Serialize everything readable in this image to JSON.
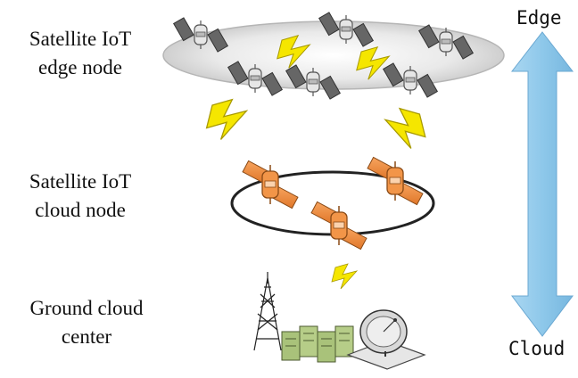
{
  "labels": {
    "edge_node": [
      "Satellite IoT",
      "edge node"
    ],
    "cloud_node": [
      "Satellite IoT",
      "cloud node"
    ],
    "ground": [
      "Ground cloud",
      "center"
    ]
  },
  "axis": {
    "top": "Edge",
    "bottom": "Cloud",
    "color": "#8ec8ea"
  },
  "colors": {
    "edge_satellite": "#d9d9d9",
    "cloud_satellite": "#f08a3c",
    "lightning": "#f5e600",
    "server": "#a9c27a"
  },
  "icons": [
    "satellite-icon",
    "lightning-icon",
    "radio-tower-icon",
    "server-rack-icon",
    "dish-antenna-icon"
  ]
}
